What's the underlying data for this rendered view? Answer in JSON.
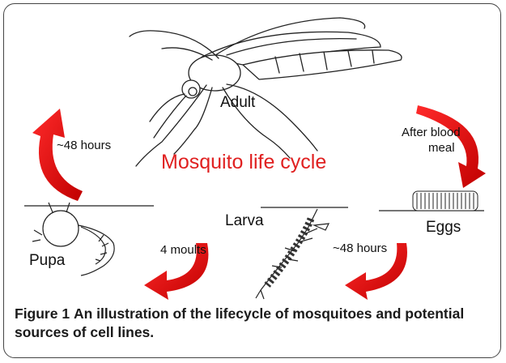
{
  "diagram": {
    "title": "Mosquito life cycle",
    "stages": {
      "adult": "Adult",
      "eggs": "Eggs",
      "larva": "Larva",
      "pupa": "Pupa"
    },
    "transitions": {
      "adult_to_eggs": "After blood meal",
      "adult_to_eggs_line1": "After blood",
      "adult_to_eggs_line2": "meal",
      "eggs_to_larva": "~48 hours",
      "larva_to_pupa": "4 moults",
      "pupa_to_adult": "~48 hours"
    },
    "colors": {
      "title": "#e02020",
      "arrow": "#e01010"
    }
  },
  "caption": {
    "label": "Figure 1",
    "text": "An illustration of the lifecycle of mosquitoes and potential sources of cell lines."
  }
}
